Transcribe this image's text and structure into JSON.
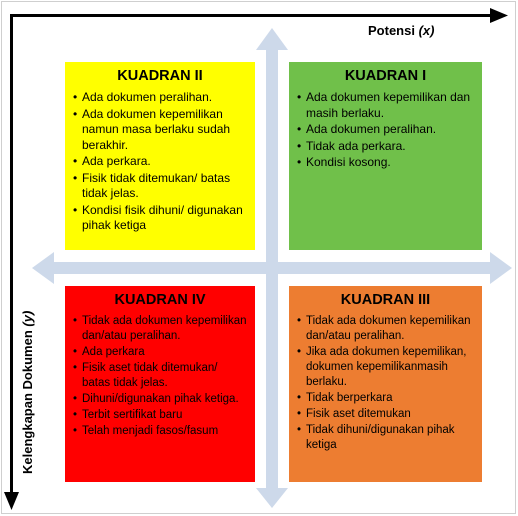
{
  "axes": {
    "x_label": "Potensi",
    "x_var": "(x)",
    "y_label": "Kelengkapan Dokumen",
    "y_var": "(y)"
  },
  "colors": {
    "kuadran_1": "#70c04a",
    "kuadran_2": "#ffff00",
    "kuadran_3": "#ed7d31",
    "kuadran_4": "#ff0000",
    "cross_arrows": "#cdd9ea",
    "axis_arrows": "#000000"
  },
  "quadrants": {
    "q2": {
      "title": "KUADRAN II",
      "items": [
        "Ada dokumen peralihan.",
        "Ada dokumen kepemilikan namun masa berlaku sudah berakhir.",
        "Ada perkara.",
        "Fisik tidak ditemukan/ batas tidak jelas.",
        "Kondisi fisik dihuni/ digunakan pihak ketiga"
      ]
    },
    "q1": {
      "title": "KUADRAN I",
      "items": [
        "Ada dokumen kepemilikan dan masih berlaku.",
        "Ada dokumen peralihan.",
        "Tidak ada perkara.",
        "Kondisi kosong."
      ]
    },
    "q4": {
      "title": "KUADRAN IV",
      "items": [
        "Tidak ada dokumen kepemilikan dan/atau peralihan.",
        "Ada perkara",
        "Fisik aset tidak ditemukan/ batas tidak jelas.",
        "Dihuni/digunakan pihak ketiga.",
        "Terbit sertifikat baru",
        "Telah menjadi fasos/fasum"
      ]
    },
    "q3": {
      "title": "KUADRAN III",
      "items": [
        "Tidak ada dokumen kepemilikan dan/atau peralihan.",
        "Jika ada dokumen kepemilikan, dokumen kepemilikanmasih berlaku.",
        "Tidak berperkara",
        "Fisik aset ditemukan",
        "Tidak dihuni/digunakan pihak ketiga"
      ]
    }
  }
}
